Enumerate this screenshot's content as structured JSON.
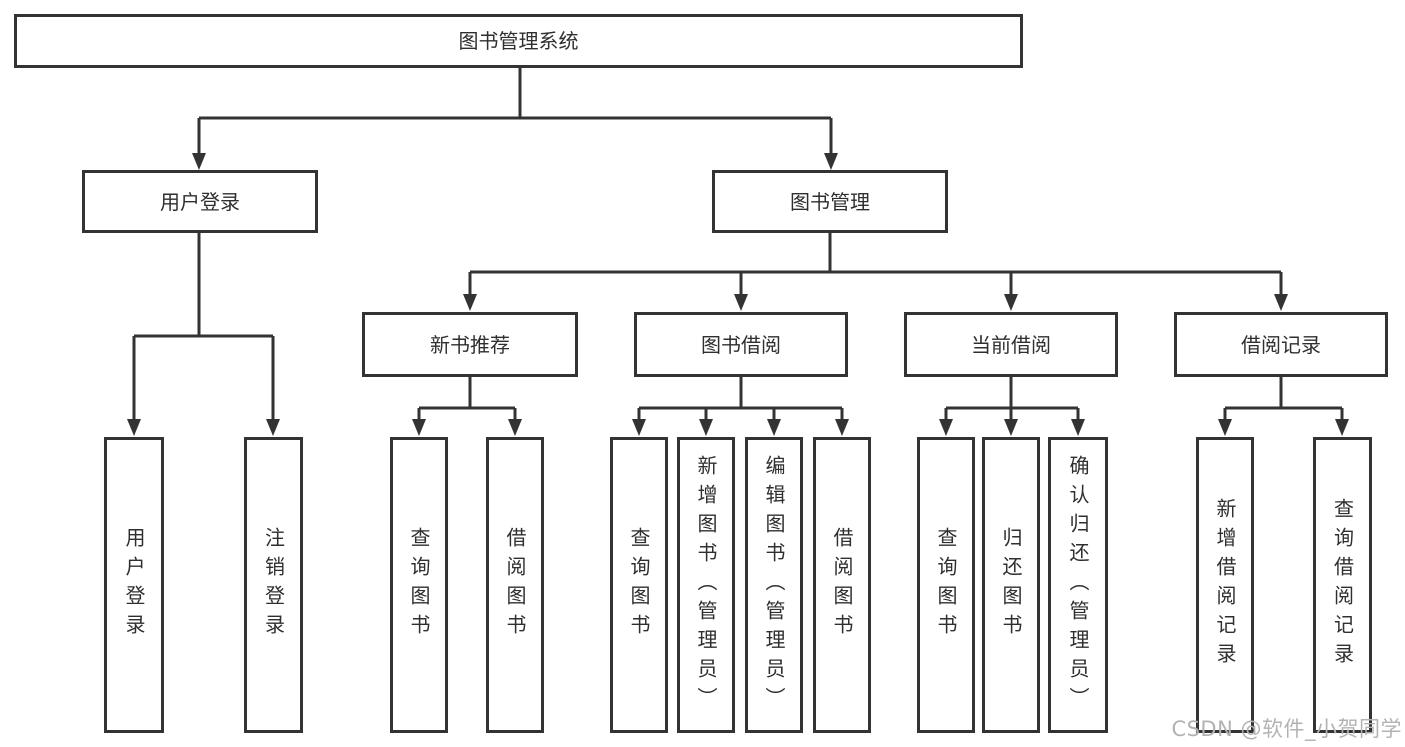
{
  "colors": {
    "line": "#333333",
    "border": "#333333",
    "text": "#2f2f2f",
    "background": "#ffffff",
    "watermark_text": "#b3b3b3"
  },
  "tree": {
    "label": "图书管理系统",
    "children": [
      {
        "label": "用户登录",
        "children": [
          {
            "label": "用户登录"
          },
          {
            "label": "注销登录"
          }
        ]
      },
      {
        "label": "图书管理",
        "children": [
          {
            "label": "新书推荐",
            "children": [
              {
                "label": "查询图书"
              },
              {
                "label": "借阅图书"
              }
            ]
          },
          {
            "label": "图书借阅",
            "children": [
              {
                "label": "查询图书"
              },
              {
                "label": "新增图书（管理员）"
              },
              {
                "label": "编辑图书（管理员）"
              },
              {
                "label": "借阅图书"
              }
            ]
          },
          {
            "label": "当前借阅",
            "children": [
              {
                "label": "查询图书"
              },
              {
                "label": "归还图书"
              },
              {
                "label": "确认归还（管理员）"
              }
            ]
          },
          {
            "label": "借阅记录",
            "children": [
              {
                "label": "新增借阅记录"
              },
              {
                "label": "查询借阅记录"
              }
            ]
          }
        ]
      }
    ]
  },
  "watermark": {
    "text": "CSDN @软件_小贺同学"
  }
}
